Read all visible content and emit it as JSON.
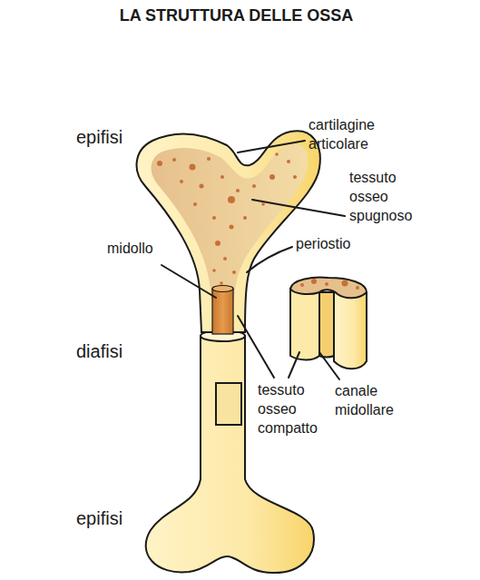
{
  "diagram": {
    "title": "LA STRUTTURA DELLE OSSA",
    "labels": [
      "epifisi",
      "cartilagine articolare",
      "tessuto osseo spugnoso",
      "midollo",
      "periostio",
      "diafisi",
      "tessuto osseo compatto",
      "canale midollare",
      "epifisi"
    ]
  }
}
